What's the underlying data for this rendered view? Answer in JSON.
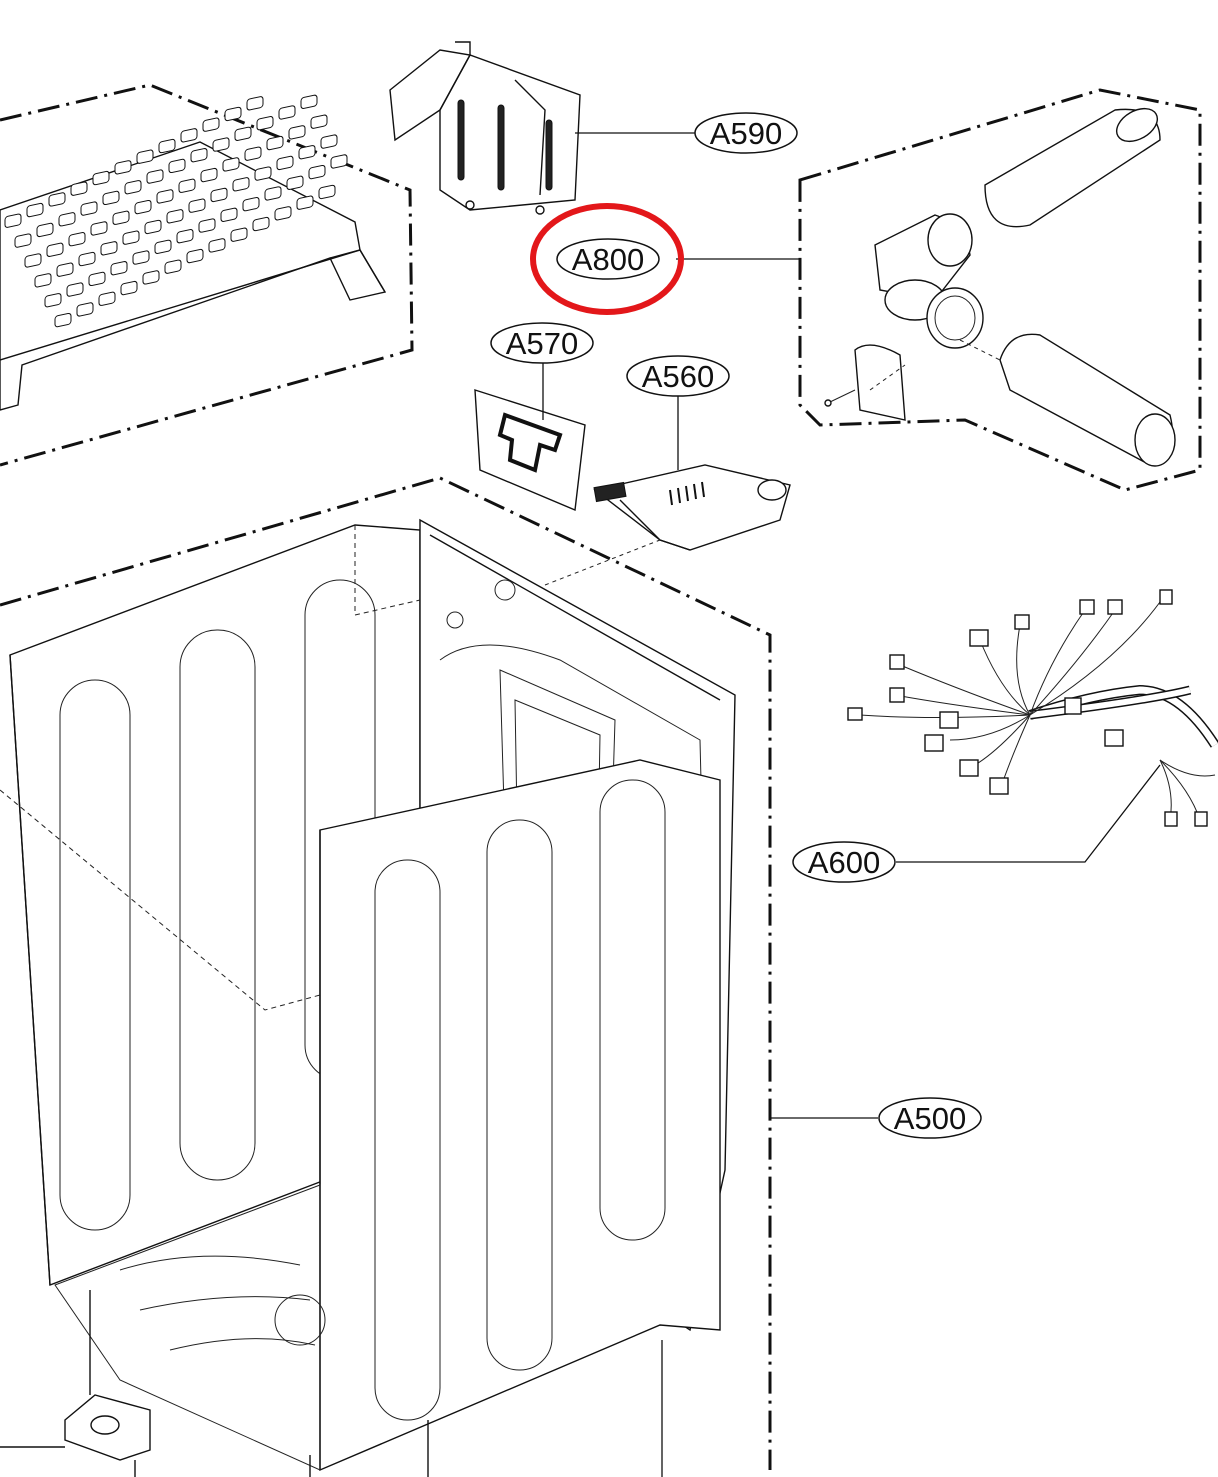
{
  "colors": {
    "highlight": "#e3171a",
    "line": "#111111",
    "background": "#ffffff"
  },
  "labels": {
    "a590": "A590",
    "a800": "A800",
    "a570": "A570",
    "a560": "A560",
    "a600": "A600",
    "a500": "A500"
  },
  "highlighted_part": "A800"
}
